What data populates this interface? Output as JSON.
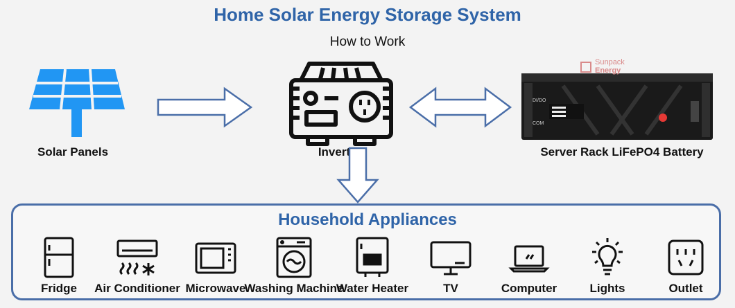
{
  "title": "Home Solar Energy Storage System",
  "subtitle": "How to Work",
  "components": {
    "solar": "Solar Panels",
    "inverter": "Inverter",
    "battery": "Server Rack LiFePO4 Battery"
  },
  "battery_brand_top": "Sunpack",
  "battery_brand_bottom": "Energy",
  "battery_port_1": "DI/DO",
  "battery_port_2": "COM",
  "appliances_title": "Household Appliances",
  "appliances": [
    {
      "label": "Fridge",
      "icon": "fridge-icon"
    },
    {
      "label": "Air Conditioner",
      "icon": "air-conditioner-icon"
    },
    {
      "label": "Microwave",
      "icon": "microwave-icon"
    },
    {
      "label": "Washing Machine",
      "icon": "washing-machine-icon"
    },
    {
      "label": "Water Heater",
      "icon": "water-heater-icon"
    },
    {
      "label": "TV",
      "icon": "tv-icon"
    },
    {
      "label": "Computer",
      "icon": "computer-icon"
    },
    {
      "label": "Lights",
      "icon": "lightbulb-icon"
    },
    {
      "label": "Outlet",
      "icon": "outlet-icon"
    }
  ],
  "colors": {
    "title": "#2f64a8",
    "solar": "#2196f3",
    "arrow": "#4a6ea8"
  }
}
